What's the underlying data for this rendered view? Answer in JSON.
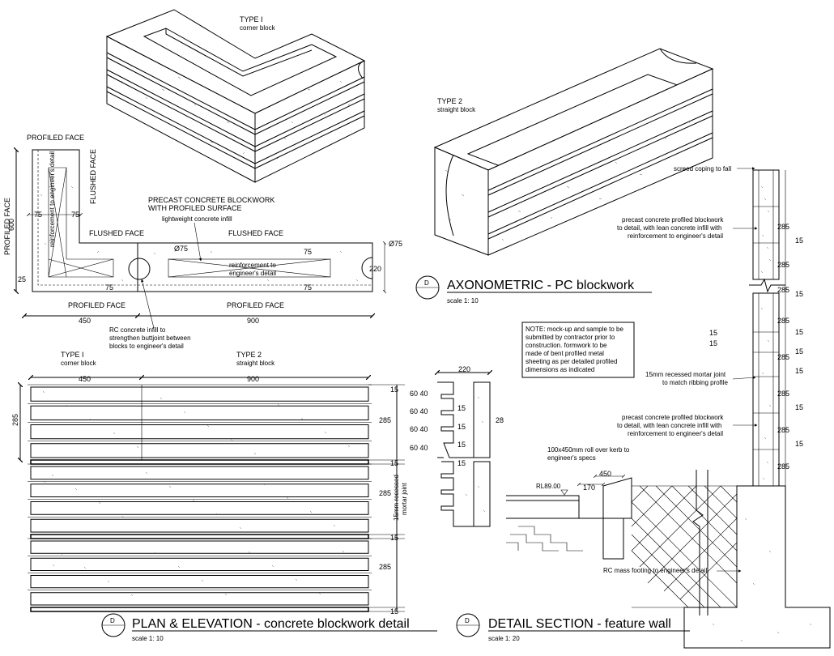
{
  "axonometric": {
    "type1_title": "TYPE I",
    "type1_sub": "corner block",
    "type2_title": "TYPE 2",
    "type2_sub": "straight block",
    "title": "AXONOMETRIC - PC blockwork",
    "scale": "scale 1: 10",
    "badge": "D"
  },
  "plan": {
    "profiled_face_top": "PROFILED FACE",
    "profiled_face_left": "PROFILED FACE",
    "flushed_face_vert": "FLUSHED FACE",
    "flushed_face_1": "FLUSHED FACE",
    "flushed_face_2": "FLUSHED FACE",
    "profiled_face_bottom_1": "PROFILED FACE",
    "profiled_face_bottom_2": "PROFILED FACE",
    "reinf_vertical": "reinforcement to engineer's detail",
    "precast_note_1": "PRECAST CONCRETE BLOCKWORK",
    "precast_note_2": "WITH PROFILED SURFACE",
    "lightweight": "lightweight concrete infill",
    "reinf_1": "reinforcement to",
    "reinf_2": "engineer's detail",
    "rc_infill_1": "RC concrete infill to",
    "rc_infill_2": "strengthen buttjoint between",
    "rc_infill_3": "blocks to engineer's detail",
    "dims": {
      "d600": "600",
      "d75a": "75",
      "d75b": "75",
      "d25": "25",
      "d75c": "75",
      "dia1": "Ø75",
      "dia2": "Ø75",
      "d75d": "75",
      "d75e": "75",
      "d220": "220",
      "d450": "450",
      "d900": "900"
    }
  },
  "elevation": {
    "type1_title": "TYPE I",
    "type1_sub": "corner block",
    "type2_title": "TYPE 2",
    "type2_sub": "straight block",
    "d450": "450",
    "d900": "900",
    "d285_left": "285",
    "d285_r1": "285",
    "d285_r2": "285",
    "d285_r3": "285",
    "d15_1": "15",
    "d15_2": "15",
    "d15_3": "15",
    "d15_4": "15",
    "joint_1": "15mm recessed",
    "joint_2": "mortar joint",
    "title": "PLAN & ELEVATION - concrete blockwork detail",
    "scale": "scale 1: 10",
    "badge": "D"
  },
  "profile": {
    "d220": "220",
    "d6040_1": "60 40",
    "d6040_2": "60 40",
    "d6040_3": "60 40",
    "d6040_4": "60 40",
    "d15_1": "15",
    "d15_2": "15",
    "d15_3": "15",
    "d15_4": "15",
    "d285": "28"
  },
  "note": {
    "lines": [
      "NOTE: mock-up and sample to be",
      "submitted by contractor prior to",
      "construction.  formwork to be",
      "made of bent profiled metal",
      "sheeting as per detailed profiled",
      "dimensions as indicated"
    ]
  },
  "section": {
    "screed": "screed coping to fall",
    "precast_a_1": "precast concrete profiled blockwork",
    "precast_a_2": "to detail, with lean concrete infill with",
    "precast_a_3": "reinforcement to engineer's detail",
    "recessed_1": "15mm recessed mortar joint",
    "recessed_2": "to match ribbing profile",
    "precast_b_1": "precast concrete profiled blockwork",
    "precast_b_2": "to detail, with lean concrete infill with",
    "precast_b_3": "reinforcement to engineer's detail",
    "kerb_1": "100x450mm roll over kerb to",
    "kerb_2": "engineer's specs",
    "rl": "RL89.00",
    "d170": "170",
    "d450": "450",
    "footing": "RC mass footing to engineer's detail",
    "d285_1": "285",
    "d285_2": "285",
    "d285_3": "285",
    "d285_4": "285",
    "d285_5": "285",
    "d285_6": "285",
    "d285_7": "285",
    "d285_8": "285",
    "d15_1": "15",
    "d15_2": "15",
    "d15_3": "15",
    "d15_4": "15",
    "d15_5": "15",
    "d15_6": "15",
    "d15_7": "15",
    "d15_8": "15",
    "d15_9": "15",
    "title": "DETAIL SECTION - feature wall",
    "scale": "scale 1: 20",
    "badge": "D"
  }
}
